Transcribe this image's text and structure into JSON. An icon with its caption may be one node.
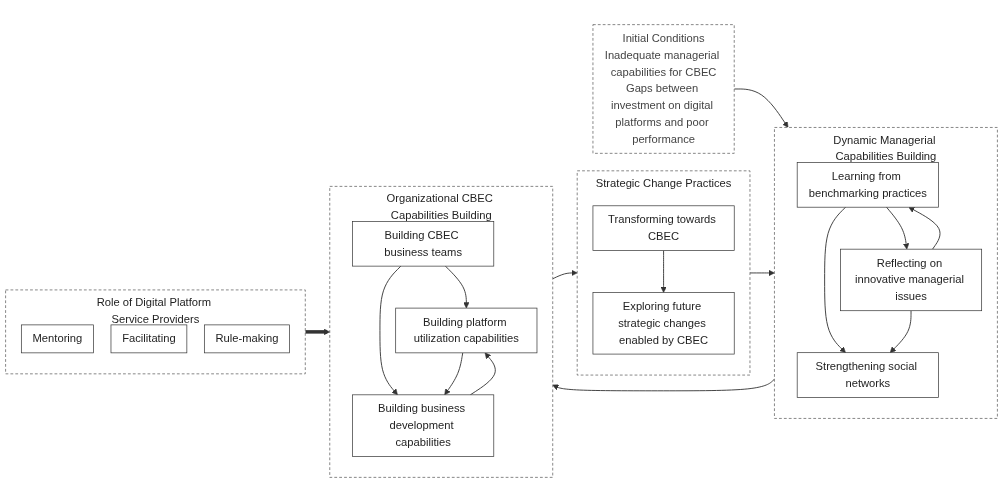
{
  "diagram": {
    "nodes": [
      {
        "text": [
          "Initial Conditions",
          "Inadequate managerial capabilities for CBEC",
          "Gaps between investment on digital platforms and poor performance"
        ]
      },
      {
        "text": [
          "Dynamic Managerial Capabilities Building"
        ]
      },
      {
        "text": [
          "Learning from benchmarking practices"
        ],
        "in": 1
      },
      {
        "text": [
          "Reflecting on innovative managerial issues"
        ],
        "in": 1
      },
      {
        "text": [
          "Strengthening social networks"
        ],
        "in": 1
      },
      {
        "text": [
          "Organizational CBEC Capabilities Building"
        ]
      },
      {
        "text": [
          "Building CBEC business teams"
        ],
        "in": 5
      },
      {
        "text": [
          "Building platform utilization capabilities"
        ],
        "in": 5
      },
      {
        "text": [
          "Building business development capabilities"
        ],
        "in": 5
      },
      {
        "text": [
          "Strategic Change Practices"
        ]
      },
      {
        "text": [
          "Transforming towards CBEC"
        ],
        "in": 9
      },
      {
        "text": [
          "Exploring future strategic changes enabled by CBEC"
        ],
        "in": 9
      },
      {
        "text": [
          "Role of Digital Platform Service Providers"
        ]
      },
      {
        "text": [
          "Mentoring"
        ],
        "in": 12
      },
      {
        "text": [
          "Facilitating"
        ],
        "in": 12
      },
      {
        "text": [
          "Rule-making"
        ],
        "in": 12
      }
    ],
    "edges": [
      {
        "from": 0,
        "to": 1,
        "arrow": "to"
      },
      {
        "from": 2,
        "to": 3,
        "arrow": "to"
      },
      {
        "from": 3,
        "to": 2,
        "arrow": "to"
      },
      {
        "from": 2,
        "to": 4,
        "arrow": "to"
      },
      {
        "from": 3,
        "to": 4,
        "arrow": "to"
      },
      {
        "from": 1,
        "to": 5,
        "arrow": "to"
      },
      {
        "from": 6,
        "to": 7,
        "arrow": "to"
      },
      {
        "from": 6,
        "to": 8,
        "arrow": "to"
      },
      {
        "from": 7,
        "to": 8,
        "arrow": "to"
      },
      {
        "from": 8,
        "to": 7,
        "arrow": "to"
      },
      {
        "from": 5,
        "to": 9,
        "arrow": "to"
      },
      {
        "from": 10,
        "to": 11,
        "arrow": "to"
      },
      {
        "from": 9,
        "to": 1,
        "arrow": "to"
      },
      {
        "from": 12,
        "to": 5,
        "arrow": "to",
        "style": "thick"
      }
    ]
  }
}
